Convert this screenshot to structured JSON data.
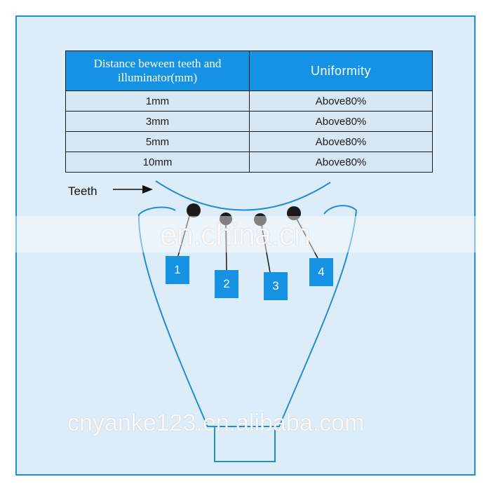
{
  "table": {
    "headers": [
      "Distance beween teeth and illuminator(mm)",
      "Uniformity"
    ],
    "rows": [
      [
        "1mm",
        "Above80%"
      ],
      [
        "3mm",
        "Above80%"
      ],
      [
        "5mm",
        "Above80%"
      ],
      [
        "10mm",
        "Above80%"
      ]
    ]
  },
  "diagram": {
    "teeth_label": "Teeth",
    "sensors": [
      "1",
      "2",
      "3",
      "4"
    ]
  },
  "watermarks": [
    "en.china.cn",
    "cnyanke123.en.alibaba.com"
  ],
  "colors": {
    "panel_bg": "#dcecf8",
    "border_blue": "#1f8fd4",
    "header_blue": "#1592e4",
    "box_blue": "#1592e4"
  }
}
